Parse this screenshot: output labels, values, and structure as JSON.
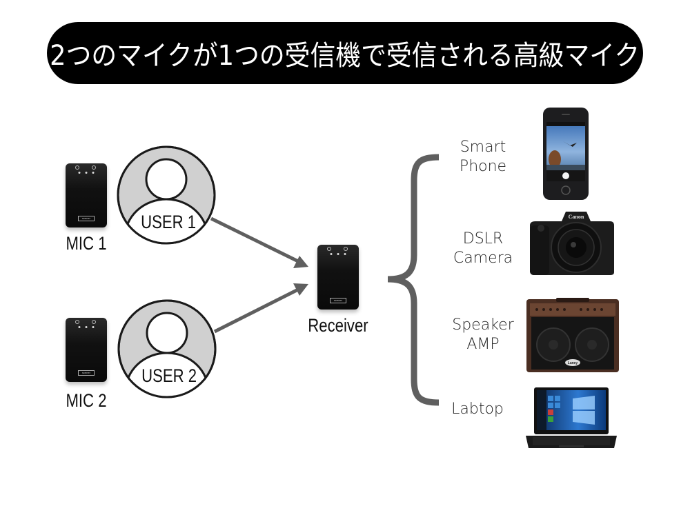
{
  "header": {
    "title": "2つのマイクが1つの受信機で受信される高級マイク"
  },
  "mics": [
    {
      "label": "MIC 1",
      "user_label": "USER 1"
    },
    {
      "label": "MIC 2",
      "user_label": "USER 2"
    }
  ],
  "device_brand": "scener",
  "receiver": {
    "label": "Receiver"
  },
  "outputs": [
    {
      "label_line1": "Smart",
      "label_line2": "Phone",
      "icon": "smartphone"
    },
    {
      "label_line1": "DSLR",
      "label_line2": "Camera",
      "icon": "dslr-camera"
    },
    {
      "label_line1": "Speaker",
      "label_line2": "AMP",
      "icon": "speaker-amp"
    },
    {
      "label_line1": "Labtop",
      "label_line2": "",
      "icon": "laptop"
    }
  ],
  "camera_brand": "Canon",
  "amp_brand": "Laney",
  "colors": {
    "banner_bg": "#000000",
    "banner_text": "#ffffff",
    "user_ring": "#d0d0d0",
    "outline": "#1a1a1a",
    "arrow": "#5f5f5f",
    "brace": "#5f5f5f"
  }
}
